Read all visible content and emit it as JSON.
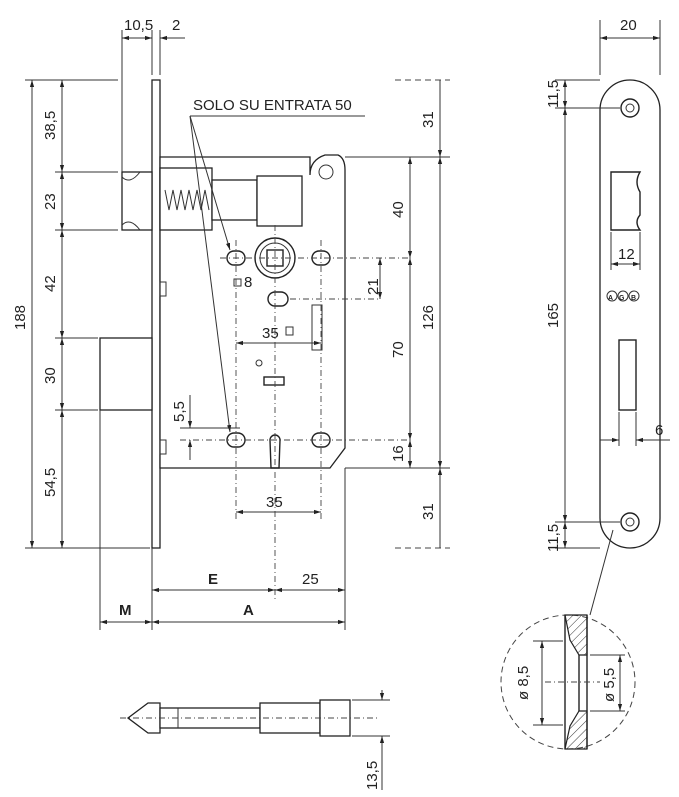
{
  "note": "SOLO SU ENTRATA 50",
  "dims": {
    "latch_depth": "10,5",
    "plate_thickness": "2",
    "top_to_latch": "38,5",
    "latch_height": "23",
    "latch_to_bolt": "42",
    "bolt_height": "30",
    "bolt_to_bottom": "54,5",
    "total_height": "188",
    "top_offset": "31",
    "bottom_offset": "31",
    "body_height": "126",
    "top_to_spindle": "40",
    "spindle_to_key": "70",
    "key_to_bottom": "16",
    "spindle_to_hole": "21",
    "square_spindle": "8",
    "hole_spacing_top": "35",
    "hole_spacing_bottom": "35",
    "key_offset": "5,5",
    "backset": "E",
    "body_depth": "A",
    "key_to_back": "25",
    "bolt_throw": "M",
    "plate_width": "20",
    "hole_offset_top": "11,5",
    "hole_offset_bottom": "11,5",
    "hole_spacing": "165",
    "latch_slot_width": "12",
    "bolt_slot_width": "6",
    "countersink_outer": "ø 8,5",
    "countersink_inner": "ø 5,5",
    "key_width": "13,5"
  },
  "logo": "AGB"
}
